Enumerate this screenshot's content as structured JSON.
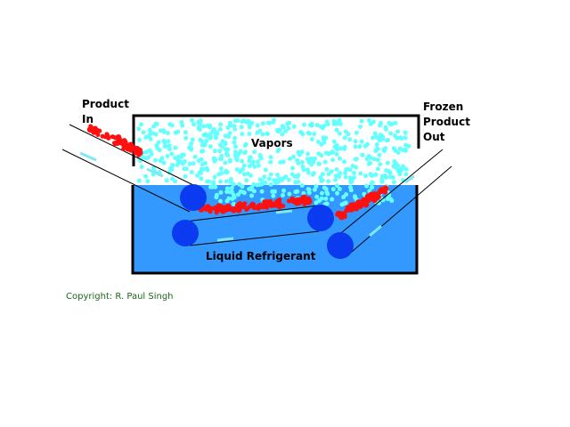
{
  "labels": {
    "product_in": [
      "Product",
      "In"
    ],
    "frozen_out": [
      "Frozen",
      "Product",
      "Out"
    ],
    "vapors": "Vapors",
    "liquid": "Liquid Refrigerant"
  },
  "copyright": "Copyright: R. Paul Singh",
  "colors": {
    "liquid": "#3399ff",
    "roller": "#0a3bf0",
    "vapor": "#66ffff",
    "product": "#ff1010",
    "arrow": "#7fe8f0"
  }
}
